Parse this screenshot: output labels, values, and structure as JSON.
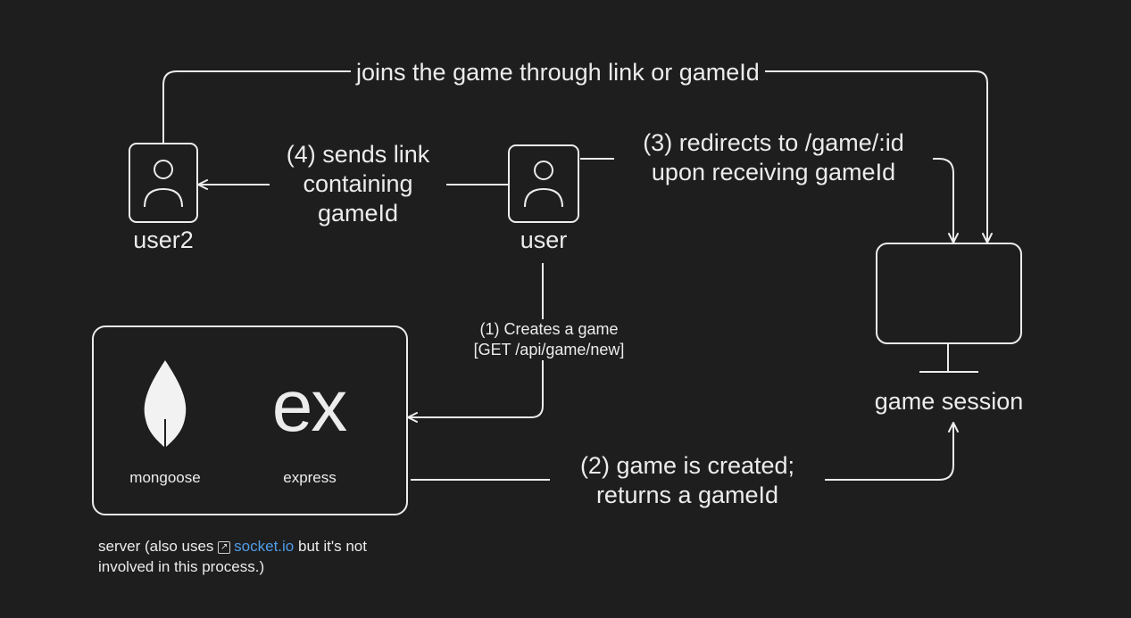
{
  "labels": {
    "joins": "joins the game through link or gameId",
    "sends_link": [
      "(4) sends link",
      "containing",
      "gameId"
    ],
    "redirects": [
      "(3) redirects to /game/:id",
      "upon receiving gameId"
    ],
    "creates": [
      "(1) Creates a game",
      "[GET /api/game/new]"
    ],
    "created": [
      "(2) game is created;",
      "returns a gameId"
    ]
  },
  "nodes": {
    "user2": "user2",
    "user": "user",
    "game_session": "game session",
    "mongoose": "mongoose",
    "express": "express",
    "express_logo": "ex"
  },
  "note": {
    "prefix": "server (also uses",
    "link": "socket.io",
    "suffix": "but it's not",
    "line2": "involved in this process.)",
    "link_icon": "external-link-icon"
  },
  "colors": {
    "background": "#1e1e1e",
    "stroke": "#ececec",
    "link": "#4f9dea"
  }
}
